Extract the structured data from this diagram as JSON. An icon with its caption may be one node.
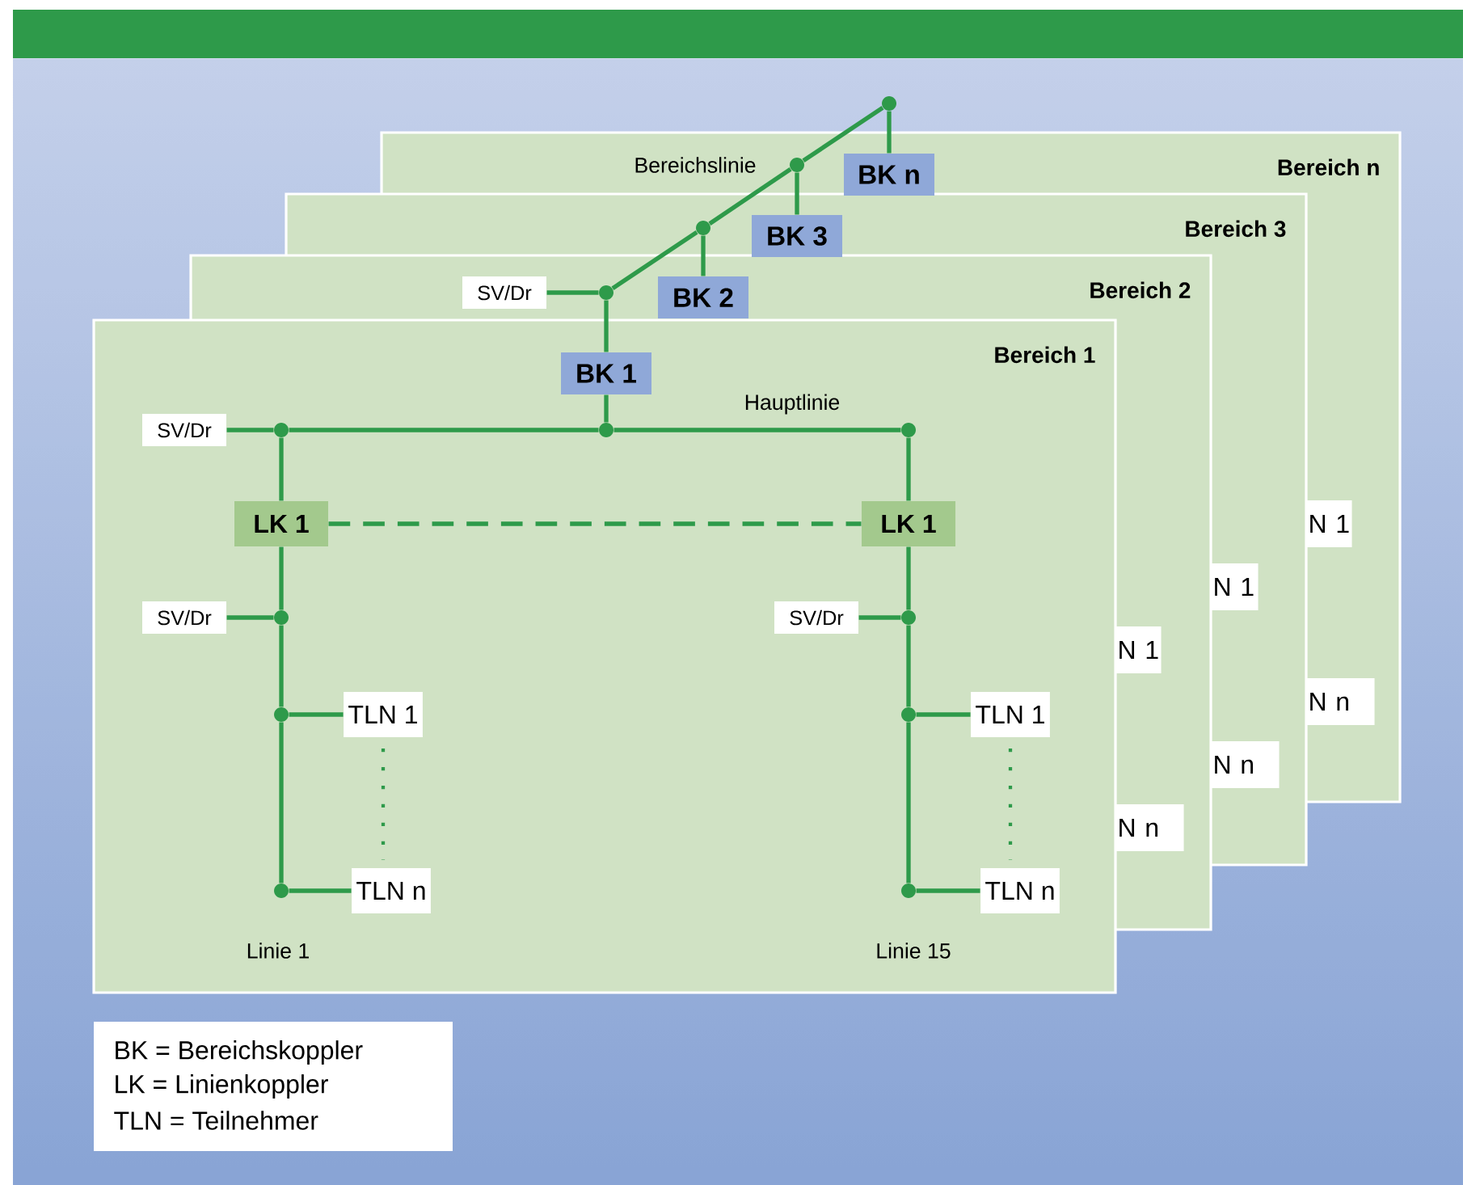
{
  "diagram": {
    "nodes": [
      {
        "text": [
          "N 1"
        ]
      },
      {
        "text": [
          "N n"
        ]
      },
      {
        "text": [
          "N 1"
        ]
      },
      {
        "text": [
          "N n"
        ]
      },
      {
        "text": [
          "N 1"
        ]
      },
      {
        "text": [
          "N n"
        ]
      },
      {
        "text": [
          "BK n"
        ]
      },
      {
        "text": [
          "BK 3"
        ]
      },
      {
        "text": [
          "BK 2"
        ]
      },
      {
        "text": [
          "SV/Dr"
        ]
      },
      {
        "text": [
          "BK 1"
        ]
      },
      {
        "text": [
          "SV/Dr"
        ]
      },
      {
        "text": [
          "LK 1"
        ]
      },
      {
        "text": [
          "LK 1"
        ]
      },
      {
        "text": [
          "SV/Dr"
        ]
      },
      {
        "text": [
          "TLN 1"
        ]
      },
      {
        "text": [
          "TLN n"
        ]
      },
      {
        "text": [
          "SV/Dr"
        ]
      },
      {
        "text": [
          "TLN 1"
        ]
      },
      {
        "text": [
          "TLN n"
        ]
      },
      {
        "text": [],
        "shape": "circle"
      },
      {
        "text": [],
        "shape": "circle"
      },
      {
        "text": [],
        "shape": "circle"
      },
      {
        "text": [],
        "shape": "circle"
      },
      {
        "text": [],
        "shape": "circle"
      },
      {
        "text": [],
        "shape": "circle"
      },
      {
        "text": [],
        "shape": "circle"
      },
      {
        "text": [],
        "shape": "circle"
      },
      {
        "text": [],
        "shape": "circle"
      },
      {
        "text": [],
        "shape": "circle"
      },
      {
        "text": [],
        "shape": "circle"
      },
      {
        "text": [],
        "shape": "circle"
      },
      {
        "text": [],
        "shape": "circle"
      }
    ],
    "edges": [
      {
        "from": 20,
        "to": 21,
        "arrow": "none"
      },
      {
        "from": 21,
        "to": 22,
        "arrow": "none"
      },
      {
        "from": 22,
        "to": 23,
        "arrow": "none"
      },
      {
        "from": 20,
        "to": 6,
        "arrow": "none"
      },
      {
        "from": 21,
        "to": 7,
        "arrow": "none"
      },
      {
        "from": 22,
        "to": 8,
        "arrow": "none"
      },
      {
        "from": 9,
        "to": 23,
        "arrow": "none"
      },
      {
        "from": 23,
        "to": 10,
        "arrow": "none"
      },
      {
        "from": 10,
        "to": 25,
        "arrow": "none"
      },
      {
        "from": 11,
        "to": 24,
        "arrow": "none"
      },
      {
        "from": 24,
        "to": 25,
        "arrow": "none"
      },
      {
        "from": 25,
        "to": 26,
        "arrow": "none"
      },
      {
        "from": 24,
        "to": 12,
        "arrow": "none"
      },
      {
        "from": 12,
        "to": 27,
        "arrow": "none"
      },
      {
        "from": 14,
        "to": 27,
        "arrow": "none"
      },
      {
        "from": 27,
        "to": 28,
        "arrow": "none"
      },
      {
        "from": 28,
        "to": 15,
        "arrow": "none"
      },
      {
        "from": 28,
        "to": 29,
        "arrow": "none"
      },
      {
        "from": 29,
        "to": 16,
        "arrow": "none"
      },
      {
        "from": 26,
        "to": 13,
        "arrow": "none"
      },
      {
        "from": 13,
        "to": 30,
        "arrow": "none"
      },
      {
        "from": 17,
        "to": 30,
        "arrow": "none"
      },
      {
        "from": 30,
        "to": 31,
        "arrow": "none"
      },
      {
        "from": 31,
        "to": 18,
        "arrow": "none"
      },
      {
        "from": 31,
        "to": 32,
        "arrow": "none"
      },
      {
        "from": 32,
        "to": 19,
        "arrow": "none"
      },
      {
        "from": 12,
        "to": 13,
        "arrow": "none",
        "style": "dashed"
      }
    ],
    "labels": [
      "Bereich n",
      "Bereich 3",
      "Bereich 2",
      "Bereich 1",
      "Bereichslinie",
      "Hauptlinie",
      "Linie 1",
      "Linie 15",
      "BK = Bereichskoppler",
      "LK = Linienkoppler",
      "TLN = Teilnehmer"
    ]
  }
}
